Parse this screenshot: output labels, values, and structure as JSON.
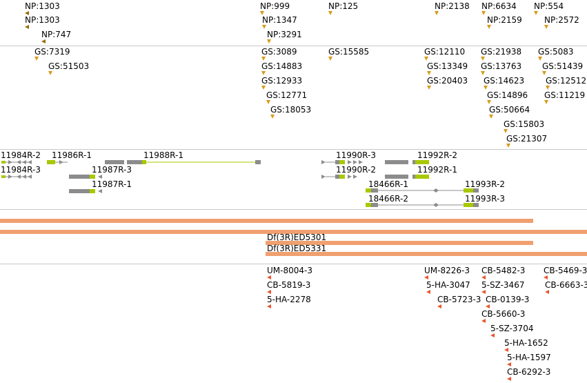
{
  "tracks": {
    "np": {
      "features": [
        {
          "label": "NP:1303"
        },
        {
          "label": "NP:1303"
        },
        {
          "label": "NP:747"
        },
        {
          "label": "NP:999"
        },
        {
          "label": "NP:1347"
        },
        {
          "label": "NP:3291"
        },
        {
          "label": "NP:125"
        },
        {
          "label": "NP:2138"
        },
        {
          "label": "NP:6634"
        },
        {
          "label": "NP:2159"
        },
        {
          "label": "NP:554"
        },
        {
          "label": "NP:2572"
        }
      ]
    },
    "gs": {
      "features": [
        {
          "label": "GS:7319"
        },
        {
          "label": "GS:51503"
        },
        {
          "label": "GS:3089"
        },
        {
          "label": "GS:14883"
        },
        {
          "label": "GS:12933"
        },
        {
          "label": "GS:12771"
        },
        {
          "label": "GS:18053"
        },
        {
          "label": "GS:15585"
        },
        {
          "label": "GS:12110"
        },
        {
          "label": "GS:13349"
        },
        {
          "label": "GS:20403"
        },
        {
          "label": "GS:21938"
        },
        {
          "label": "GS:13763"
        },
        {
          "label": "GS:14623"
        },
        {
          "label": "GS:14896"
        },
        {
          "label": "GS:50664"
        },
        {
          "label": "GS:15803"
        },
        {
          "label": "GS:21307"
        },
        {
          "label": "GS:5083"
        },
        {
          "label": "GS:51439"
        },
        {
          "label": "GS:12512"
        },
        {
          "label": "GS:11219"
        }
      ]
    },
    "genes": {
      "features": [
        {
          "label": "11984R-2"
        },
        {
          "label": "11984R-3"
        },
        {
          "label": "11986R-1"
        },
        {
          "label": "11987R-3"
        },
        {
          "label": "11987R-1"
        },
        {
          "label": "11988R-1"
        },
        {
          "label": "11990R-3"
        },
        {
          "label": "11990R-2"
        },
        {
          "label": "11992R-2"
        },
        {
          "label": "11992R-1"
        },
        {
          "label": "18466R-1"
        },
        {
          "label": "18466R-2"
        },
        {
          "label": "11993R-2"
        },
        {
          "label": "11993R-3"
        }
      ]
    },
    "deficiencies": {
      "features": [
        {
          "label": ""
        },
        {
          "label": ""
        },
        {
          "label": "Df(3R)ED5301"
        },
        {
          "label": "Df(3R)ED5331"
        }
      ]
    },
    "insertions": {
      "features": [
        {
          "label": "UM-8004-3"
        },
        {
          "label": "CB-5819-3"
        },
        {
          "label": "5-HA-2278"
        },
        {
          "label": "UM-8226-3"
        },
        {
          "label": "5-HA-3047"
        },
        {
          "label": "CB-5723-3"
        },
        {
          "label": "CB-5482-3"
        },
        {
          "label": "5-SZ-3467"
        },
        {
          "label": "CB-0139-3"
        },
        {
          "label": "CB-5660-3"
        },
        {
          "label": "5-SZ-3704"
        },
        {
          "label": "5-HA-1652"
        },
        {
          "label": "5-HA-1597"
        },
        {
          "label": "CB-6292-3"
        },
        {
          "label": "CB-5469-3"
        },
        {
          "label": "CB-6663-3"
        }
      ]
    }
  },
  "colors": {
    "np_marker": "#d79b1a",
    "np_marker_dark": "#9a6a06",
    "gene_body": "#8c8c8c",
    "gene_utr": "#a8c800",
    "df_bar": "#f0a070",
    "insertion_marker": "#e8572c",
    "separator": "#c8c8c8"
  }
}
